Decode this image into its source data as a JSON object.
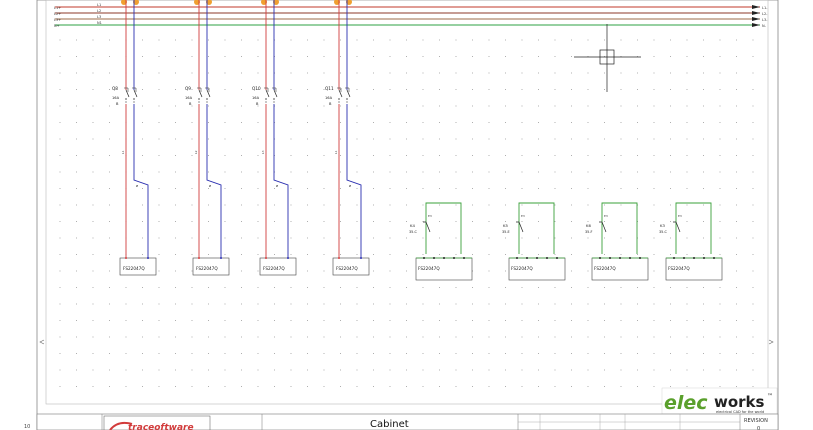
{
  "sheet": {
    "bus_labels_left": [
      "L1+",
      "L2+",
      "L3+",
      "N+"
    ],
    "bus_labels_mid": [
      "L1",
      "L2",
      "L3",
      "N1"
    ],
    "bus_labels_right": [
      "L1-",
      "L2-",
      "L3-",
      "N-"
    ],
    "side_marker": "10"
  },
  "breakers": [
    {
      "tag": "Q8",
      "rating": "16A",
      "poles": "B",
      "wire_a": "L1",
      "wire_b": "N"
    },
    {
      "tag": "Q9",
      "rating": "16A",
      "poles": "B",
      "wire_a": "L2",
      "wire_b": "N"
    },
    {
      "tag": "Q10",
      "rating": "16A",
      "poles": "B",
      "wire_a": "L3",
      "wire_b": "N"
    },
    {
      "tag": "Q11",
      "rating": "16A",
      "poles": "B",
      "wire_a": "L1",
      "wire_b": "N"
    }
  ],
  "loads": [
    {
      "part": "FS22047Q"
    },
    {
      "part": "FS22047Q"
    },
    {
      "part": "FS22047Q"
    },
    {
      "part": "FS22047Q"
    }
  ],
  "relays": [
    {
      "tag": "K4",
      "ref": "35-C",
      "part": "FS22047Q",
      "terminal": "E3"
    },
    {
      "tag": "K5",
      "ref": "35-E",
      "part": "FS22047Q",
      "terminal": "E3"
    },
    {
      "tag": "K6",
      "ref": "35-F",
      "part": "FS22047Q",
      "terminal": "E3"
    },
    {
      "tag": "K3",
      "ref": "35-C",
      "part": "FS22047Q",
      "terminal": "E3"
    }
  ],
  "title_block": {
    "logo_elec": "elec",
    "logo_works": "works",
    "logo_tm": "™",
    "tagline": "electrical CAD for the world",
    "company": "traceoftware",
    "title": "Cabinet",
    "revision_label": "REVISION",
    "revision_value": "0"
  },
  "colors": {
    "bus_l1": "#c0392b",
    "bus_l2": "#8e3a2a",
    "bus_l3": "#9c6b4a",
    "bus_n": "#2ea043",
    "wire_red": "#d23c3c",
    "wire_blue": "#2a2fb0",
    "wire_green": "#3aa13a",
    "terminal_orange": "#f0a030",
    "brand_green": "#5aa02c"
  }
}
